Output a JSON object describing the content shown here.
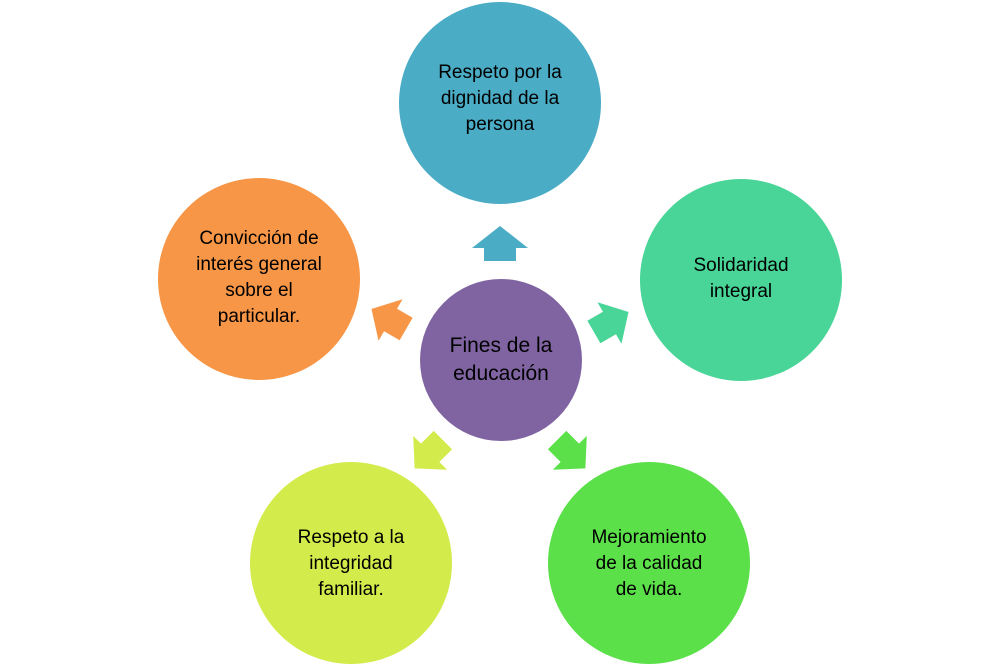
{
  "center": {
    "label_line1": "Fines de la",
    "label_line2": "educación",
    "color": "#8064A2"
  },
  "nodes": [
    {
      "id": "top",
      "lines": [
        "Respeto por la",
        "dignidad de la",
        "persona"
      ],
      "color": "#4BACC6"
    },
    {
      "id": "right",
      "lines": [
        "Solidaridad",
        "integral"
      ],
      "color": "#48D597"
    },
    {
      "id": "bottom-right",
      "lines": [
        "Mejoramiento",
        "de la calidad",
        "de vida."
      ],
      "color": "#5CE04A"
    },
    {
      "id": "bottom-left",
      "lines": [
        "Respeto a la",
        "integridad",
        "familiar."
      ],
      "color": "#D4EB4C"
    },
    {
      "id": "left",
      "lines": [
        "Convicción de",
        "interés general",
        "sobre el",
        "particular."
      ],
      "color": "#F79646"
    }
  ]
}
